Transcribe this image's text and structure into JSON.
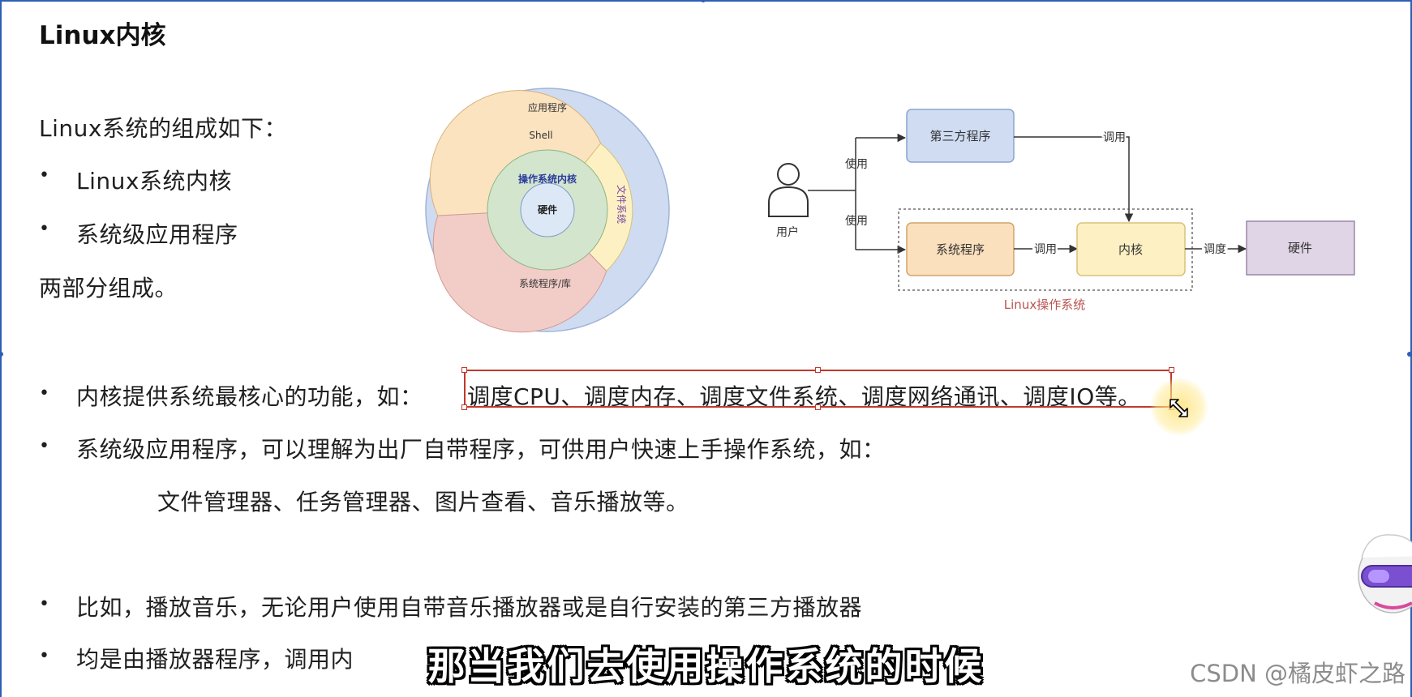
{
  "slide": {
    "title": "Linux内核",
    "composition_intro": "Linux系统的组成如下：",
    "composition_items": [
      "Linux系统内核",
      "系统级应用程序"
    ],
    "composition_outro": "两部分组成。",
    "kernel_point_prefix": "内核提供系统最核心的功能，如：",
    "kernel_point_functions": "调度CPU、调度内存、调度文件系统、调度网络通讯、调度IO等。",
    "app_point": "系统级应用程序，可以理解为出厂自带程序，可供用户快速上手操作系统，如：",
    "app_examples": "文件管理器、任务管理器、图片查看、音乐播放等。",
    "example_point_1": "比如，播放音乐，无论用户使用自带音乐播放器或是自行安装的第三方播放器",
    "example_point_2": "均是由播放器程序，调用内"
  },
  "ring_diagram": {
    "outer": "应用程序",
    "shell": "Shell",
    "filesystem": "文件系统",
    "syslib": "系统程序/库",
    "kernel": "操作系统内核",
    "hardware": "硬件",
    "colors": {
      "outer": "#cfdbf0",
      "shell": "#fbe3c0",
      "filesystem": "#fdf1c4",
      "syslib": "#f2cdc8",
      "kernel": "#d3e5cd",
      "hardware": "#dde8f6"
    }
  },
  "flow_diagram": {
    "user": "用户",
    "use_top": "使用",
    "use_bottom": "使用",
    "third_party": "第三方程序",
    "call_top": "调用",
    "system_program": "系统程序",
    "call_mid": "调用",
    "kernel": "内核",
    "schedule": "调度",
    "hardware": "硬件",
    "os_group_label": "Linux操作系统"
  },
  "overlay": {
    "subtitle": "那当我们去使用操作系统的时候",
    "watermark": "CSDN @橘皮虾之路"
  }
}
